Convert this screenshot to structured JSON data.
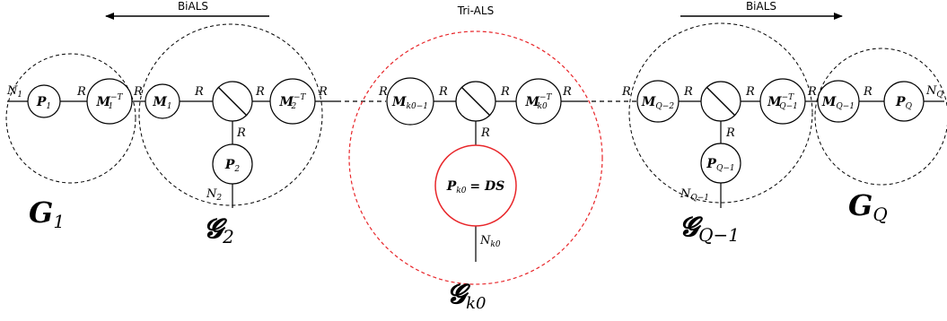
{
  "arrows": {
    "left": "BiALS",
    "center": "Tri-ALS",
    "right": "BiALS"
  },
  "edge_label": "R",
  "nodes": {
    "P1": {
      "base": "P",
      "sub": "1"
    },
    "M1T": {
      "base": "M",
      "sub": "1",
      "sup": "−T"
    },
    "M1": {
      "base": "M",
      "sub": "1"
    },
    "M2T": {
      "base": "M",
      "sub": "2",
      "sup": "−T"
    },
    "P2": {
      "base": "P",
      "sub": "2"
    },
    "Mk0m1": {
      "base": "M",
      "sub": "k0−1"
    },
    "Mk0T": {
      "base": "M",
      "sub": "k0",
      "sup": "−T"
    },
    "Pk0": {
      "text": "= DS",
      "base": "P",
      "sub": "k0"
    },
    "MQm2": {
      "base": "M",
      "sub": "Q−2"
    },
    "MQm1T": {
      "base": "M",
      "sub": "Q−1",
      "sup": "−T"
    },
    "PQm1": {
      "base": "P",
      "sub": "Q−1"
    },
    "MQm1": {
      "base": "M",
      "sub": "Q−1"
    },
    "PQ": {
      "base": "P",
      "sub": "Q"
    }
  },
  "dims": {
    "N1": {
      "base": "N",
      "sub": "1"
    },
    "N2": {
      "base": "N",
      "sub": "2"
    },
    "Nk0": {
      "base": "N",
      "sub": "k0"
    },
    "NQm1": {
      "base": "N",
      "sub": "Q−1"
    },
    "NQ": {
      "base": "N",
      "sub": "Q"
    }
  },
  "groups": {
    "G1": {
      "base": "G",
      "sub": "1"
    },
    "G2": {
      "base": "𝓖",
      "sub": "2"
    },
    "Gk0": {
      "base": "𝓖",
      "sub": "k0"
    },
    "GQm1": {
      "base": "𝓖",
      "sub": "Q−1"
    },
    "GQ": {
      "base": "G",
      "sub": "Q"
    }
  },
  "colors": {
    "highlight": "#e8262a",
    "line": "#000000"
  }
}
